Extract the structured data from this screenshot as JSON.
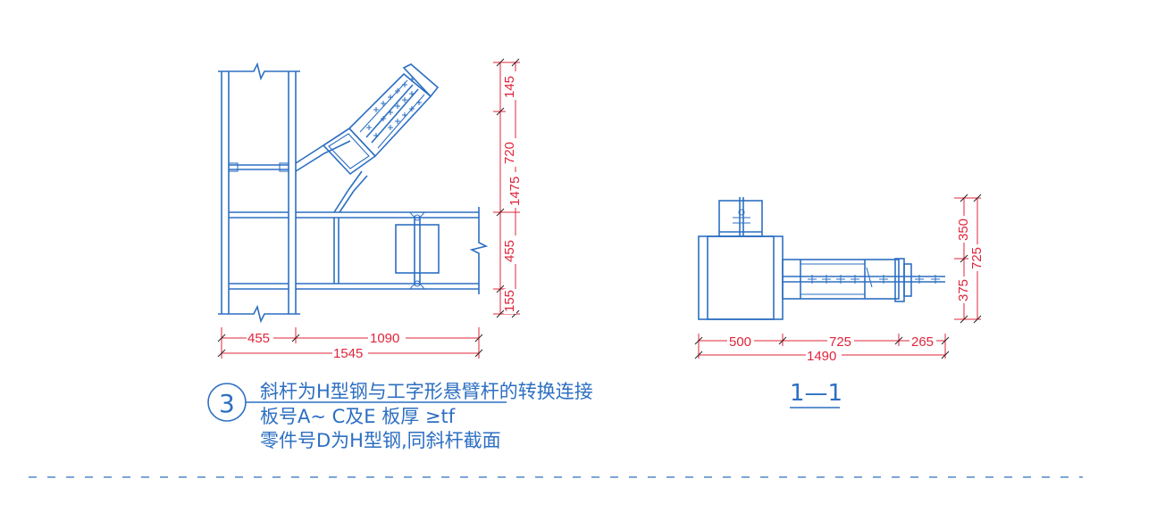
{
  "left_view": {
    "dims_bottom": [
      "455",
      "1090",
      "1545"
    ],
    "dims_right": [
      "145",
      "720",
      "1475",
      "455",
      "155"
    ]
  },
  "section_view": {
    "title": "1—1",
    "dims_bottom": [
      "500",
      "725",
      "265",
      "1490"
    ],
    "dims_right": [
      "350",
      "725",
      "375"
    ]
  },
  "note": {
    "number": "3",
    "lines": [
      "斜杆为H型钢与工字形悬臂杆的转换连接",
      "板号A~ C及E 板厚 ≥tf",
      "零件号D为H型钢,同斜杆截面"
    ]
  },
  "colors": {
    "lines": "#2d6fc2",
    "dimensions": "#e0243a",
    "text": "#2d6fc2"
  }
}
